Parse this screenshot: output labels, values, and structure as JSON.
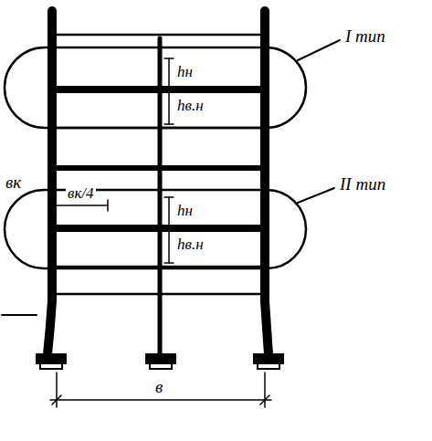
{
  "diagram": {
    "labels": [
      "I тип",
      "hн",
      "hв.н",
      "вк",
      "вк/4",
      "II тип",
      "hн",
      "hв.н",
      "в"
    ]
  }
}
